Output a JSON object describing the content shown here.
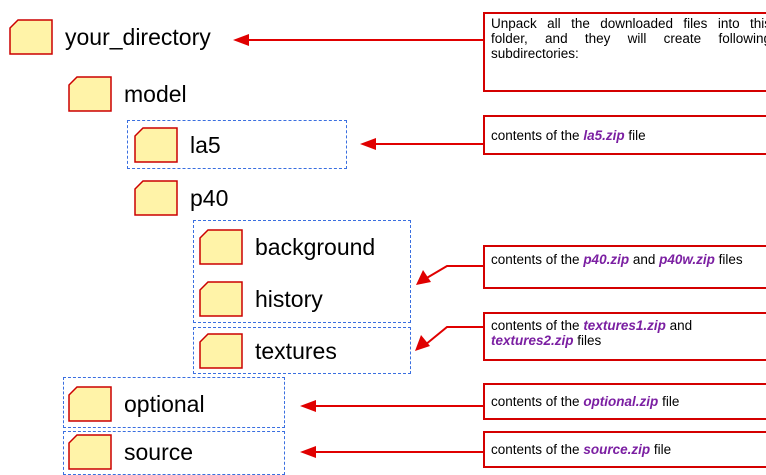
{
  "colors": {
    "folder_fill": "#fff3a8",
    "folder_stroke": "#cc0000",
    "arrow": "#e00000",
    "dashed_box": "#3a6fe0",
    "filename": "#7b1fa2"
  },
  "tree": {
    "your_directory": "your_directory",
    "model": "model",
    "la5": "la5",
    "p40": "p40",
    "background": "background",
    "history": "history",
    "textures": "textures",
    "optional": "optional",
    "source": "source"
  },
  "callouts": {
    "unpack": "Unpack all the downloaded files into this folder, and they will create following subdirectories:",
    "la5": {
      "prefix": "contents of the ",
      "file1": "la5.zip",
      "suffix": " file"
    },
    "p40": {
      "prefix": "contents of the ",
      "file1": "p40.zip",
      "mid": " and ",
      "file2": "p40w.zip",
      "suffix": " files"
    },
    "textures": {
      "prefix": "contents of the ",
      "file1": "textures1.zip",
      "mid": " and ",
      "file2": "textures2.zip",
      "suffix": " files"
    },
    "optional": {
      "prefix": "contents of the ",
      "file1": "optional.zip",
      "suffix": " file"
    },
    "source": {
      "prefix": "contents of the ",
      "file1": "source.zip",
      "suffix": " file"
    }
  }
}
